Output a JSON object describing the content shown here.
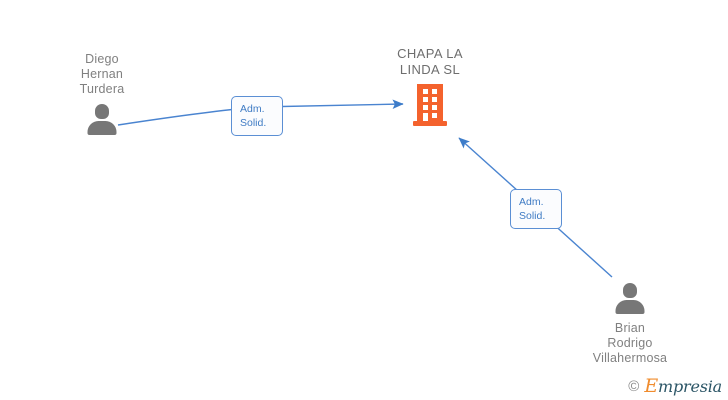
{
  "diagram": {
    "type": "company-relationship-graph",
    "background_color": "#ffffff",
    "colors": {
      "edge_blue": "#4a84d0",
      "label_blue": "#3f7bc4",
      "company_orange": "#F4622D",
      "person_gray": "#777777",
      "text_gray": "#808080"
    },
    "company": {
      "name": "CHAPA LA\nLINDA  SL",
      "icon": "building-icon"
    },
    "people": [
      {
        "id": "person-left",
        "name": "Diego\nHernan\nTurdera",
        "icon": "person-icon"
      },
      {
        "id": "person-bottom-right",
        "name": "Brian\nRodrigo\nVillahermosa",
        "icon": "person-icon"
      }
    ],
    "edges": [
      {
        "id": "edge-diego-to-company",
        "from": "person-left",
        "to": "company",
        "label": "Adm.\nSolid.",
        "direction": "to-company"
      },
      {
        "id": "edge-brian-to-company",
        "from": "person-bottom-right",
        "to": "company",
        "label": "Adm.\nSolid.",
        "direction": "to-company"
      }
    ]
  },
  "watermark": {
    "copyright": "©",
    "brand_initial": "E",
    "brand_rest": "mpresia"
  }
}
